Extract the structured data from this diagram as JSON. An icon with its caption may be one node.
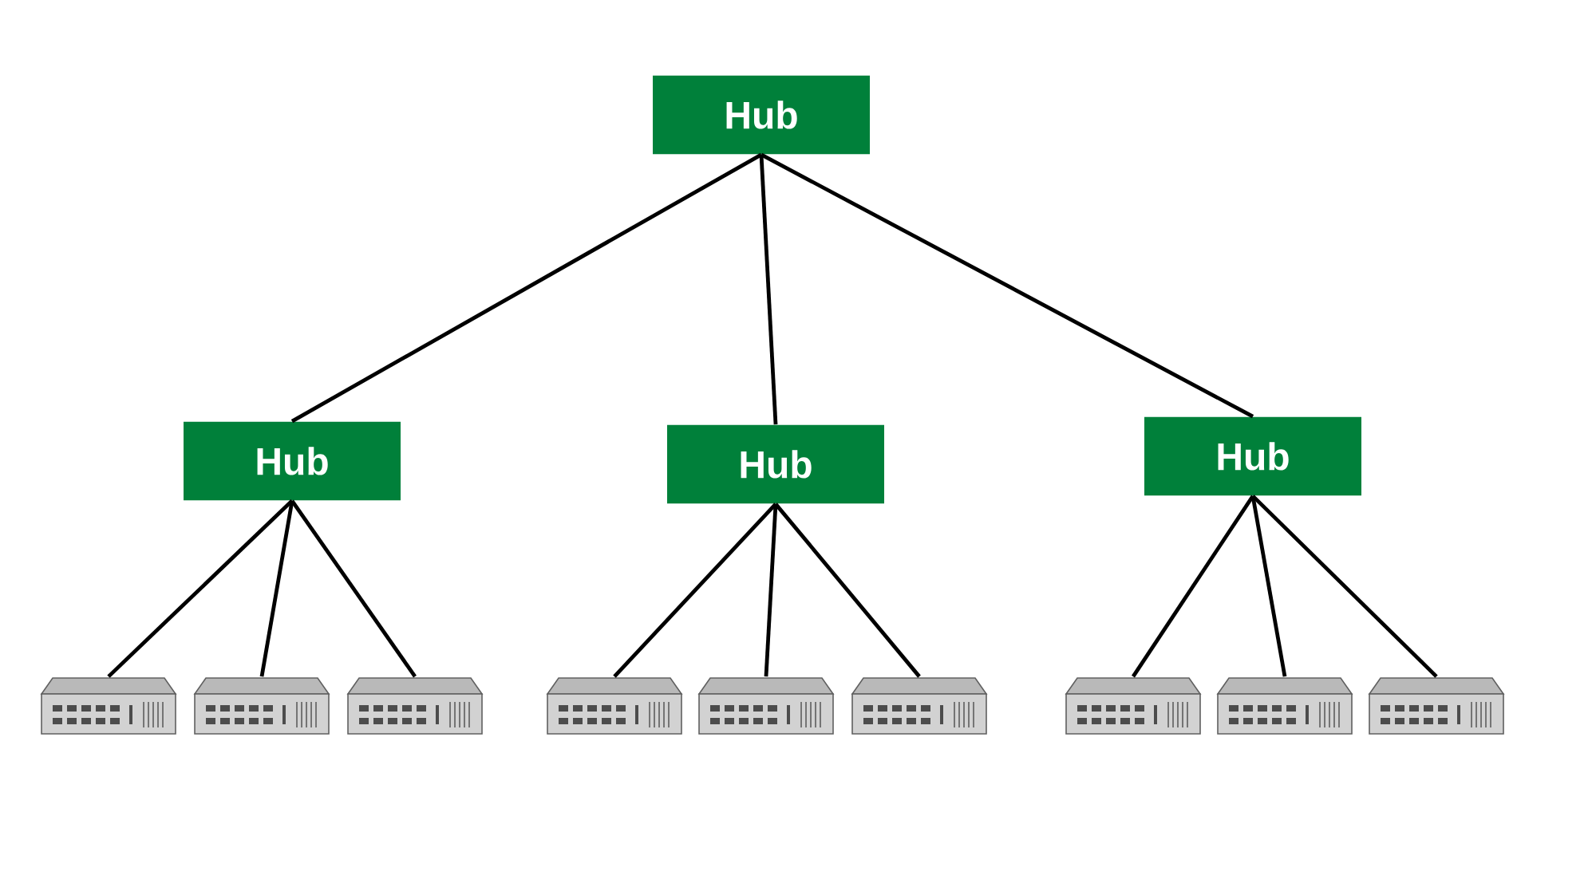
{
  "diagram": {
    "nodes": [
      {
        "text": [
          "Hub"
        ]
      },
      {
        "text": [
          "Hub"
        ]
      },
      {
        "text": [
          "Hub"
        ]
      },
      {
        "text": [
          "Hub"
        ]
      },
      {
        "text": [],
        "shape": "picture"
      },
      {
        "text": [],
        "shape": "picture"
      },
      {
        "text": [],
        "shape": "picture"
      },
      {
        "text": [],
        "shape": "picture"
      },
      {
        "text": [],
        "shape": "picture"
      },
      {
        "text": [],
        "shape": "picture"
      },
      {
        "text": [],
        "shape": "picture"
      },
      {
        "text": [],
        "shape": "picture"
      },
      {
        "text": [],
        "shape": "picture"
      }
    ],
    "edges": [
      {
        "from": 0,
        "to": 1,
        "arrow": "none"
      },
      {
        "from": 0,
        "to": 2,
        "arrow": "none"
      },
      {
        "from": 0,
        "to": 3,
        "arrow": "none"
      },
      {
        "from": 1,
        "to": 4,
        "arrow": "none"
      },
      {
        "from": 1,
        "to": 5,
        "arrow": "none"
      },
      {
        "from": 1,
        "to": 6,
        "arrow": "none"
      },
      {
        "from": 2,
        "to": 7,
        "arrow": "none"
      },
      {
        "from": 2,
        "to": 8,
        "arrow": "none"
      },
      {
        "from": 2,
        "to": 9,
        "arrow": "none"
      },
      {
        "from": 3,
        "to": 10,
        "arrow": "none"
      },
      {
        "from": 3,
        "to": 11,
        "arrow": "none"
      },
      {
        "from": 3,
        "to": 12,
        "arrow": "none"
      }
    ]
  }
}
